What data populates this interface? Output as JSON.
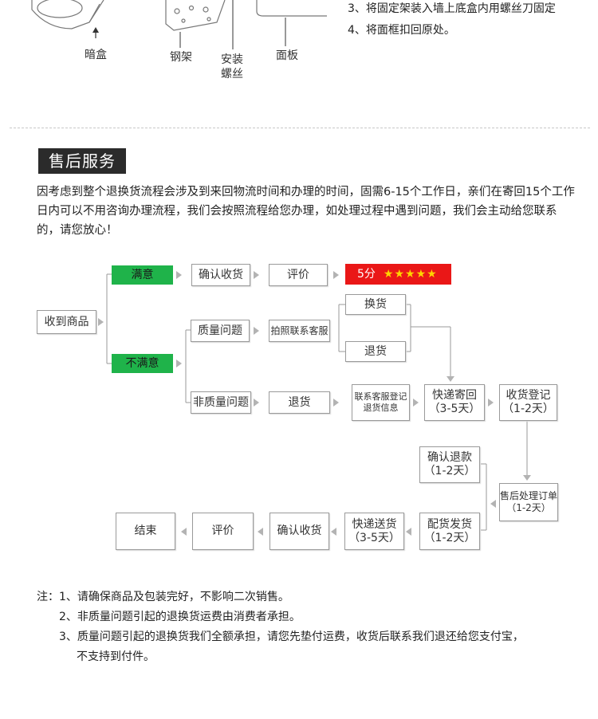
{
  "top": {
    "labels": [
      "暗盒",
      "钢架",
      "安装螺丝",
      "面板"
    ],
    "steps": [
      "3、将固定架装入墙上底盒内用螺丝刀固定",
      "4、将面框扣回原处。"
    ]
  },
  "section_title": "售后服务",
  "intro": "因考虑到整个退换货流程会涉及到来回物流时间和办理的时间，固需6-15个工作日，亲们在寄回15个工作日内可以不用咨询办理流程，我们会按照流程给您办理，如处理过程中遇到问题，我们会主动给您联系的，请您放心！",
  "flow": {
    "receive": "收到商品",
    "satisfied": "满意",
    "unsatisfied": "不满意",
    "confirm_receipt_1": "确认收货",
    "review_1": "评价",
    "score": "5分",
    "stars": "★★★★★",
    "quality_issue": "质量问题",
    "contact_cs": "拍照联系客服",
    "exchange": "换货",
    "return_1": "退货",
    "non_quality": "非质量问题",
    "return_2": "退货",
    "cs_register_1": "联系客服登记",
    "cs_register_2": "退货信息",
    "express_back_1": "快递寄回",
    "express_back_2": "（3-5天）",
    "receipt_reg_1": "收货登记",
    "receipt_reg_2": "（1-2天）",
    "aftersale_1": "售后处理订单",
    "aftersale_2": "（1-2天）",
    "confirm_refund_1": "确认退款",
    "confirm_refund_2": "（1-2天）",
    "dispatch_1": "配货发货",
    "dispatch_2": "（1-2天）",
    "express_send_1": "快递送货",
    "express_send_2": "（3-5天）",
    "confirm_receipt_2": "确认收货",
    "review_2": "评价",
    "end": "结束"
  },
  "notes": [
    "注：1、请确保商品及包装完好，不影响二次销售。",
    "2、非质量问题引起的退换货运费由消费者承担。",
    "3、质量问题引起的退换货我们全额承担，请您先垫付运费，收货后联系我们退还给您支付宝，",
    "不支持到付件。"
  ],
  "colors": {
    "green": "#1fb34a",
    "red": "#ea1717",
    "star": "#ffd400",
    "title_bg": "#2b2b2b"
  }
}
